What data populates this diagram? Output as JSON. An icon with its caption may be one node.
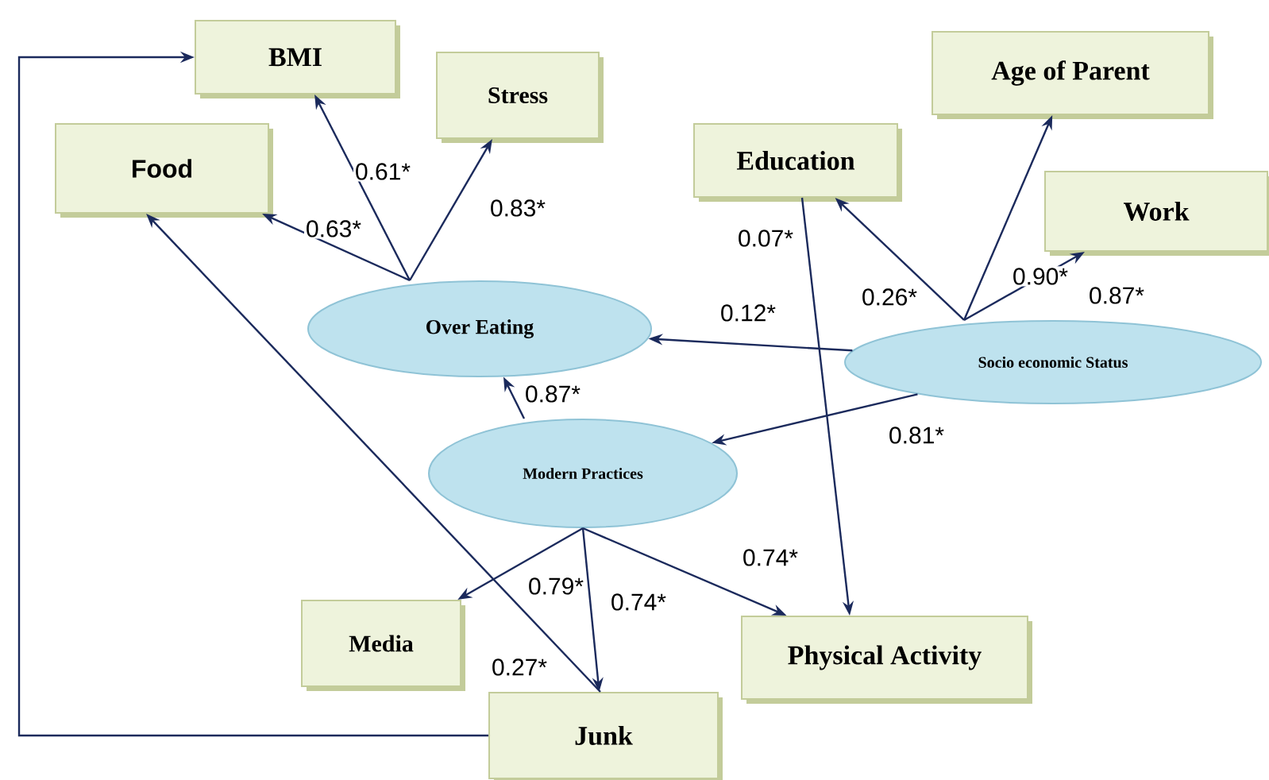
{
  "diagram": {
    "nodes": [
      {
        "text": [
          "BMI"
        ]
      },
      {
        "text": [
          "Stress"
        ]
      },
      {
        "text": [
          "Age of Parent"
        ]
      },
      {
        "text": [
          "Food"
        ]
      },
      {
        "text": [
          "Education"
        ]
      },
      {
        "text": [
          "Work"
        ]
      },
      {
        "text": [
          "Over Eating"
        ]
      },
      {
        "text": [
          "Socio economic Status"
        ]
      },
      {
        "text": [
          "Modern Practices"
        ]
      },
      {
        "text": [
          "Media"
        ]
      },
      {
        "text": [
          "Physical Activity"
        ]
      },
      {
        "text": [
          "Junk"
        ]
      }
    ],
    "edges": [
      {
        "from": 6,
        "to": 0,
        "arrow": "to",
        "label": "0.61*"
      },
      {
        "from": 6,
        "to": 1,
        "arrow": "to",
        "label": "0.83*"
      },
      {
        "from": 6,
        "to": 3,
        "arrow": "to",
        "label": "0.63*"
      },
      {
        "from": 7,
        "to": 6,
        "arrow": "to",
        "label": "0.12*"
      },
      {
        "from": 7,
        "to": 4,
        "arrow": "to",
        "label": "0.26*"
      },
      {
        "from": 7,
        "to": 2,
        "arrow": "to",
        "label": "0.90*"
      },
      {
        "from": 7,
        "to": 5,
        "arrow": "to",
        "label": "0.87*"
      },
      {
        "from": 4,
        "to": 10,
        "arrow": "to",
        "label": "0.07*"
      },
      {
        "from": 8,
        "to": 6,
        "arrow": "to",
        "label": "0.87*"
      },
      {
        "from": 7,
        "to": 8,
        "arrow": "to",
        "label": "0.81*"
      },
      {
        "from": 8,
        "to": 9,
        "arrow": "to",
        "label": "0.79*"
      },
      {
        "from": 8,
        "to": 11,
        "arrow": "to",
        "label": "0.74*"
      },
      {
        "from": 8,
        "to": 10,
        "arrow": "to",
        "label": "0.74*"
      },
      {
        "from": 11,
        "to": 3,
        "arrow": "to",
        "label": "0.27*"
      },
      {
        "from": 11,
        "to": 0,
        "arrow": "to"
      }
    ]
  }
}
